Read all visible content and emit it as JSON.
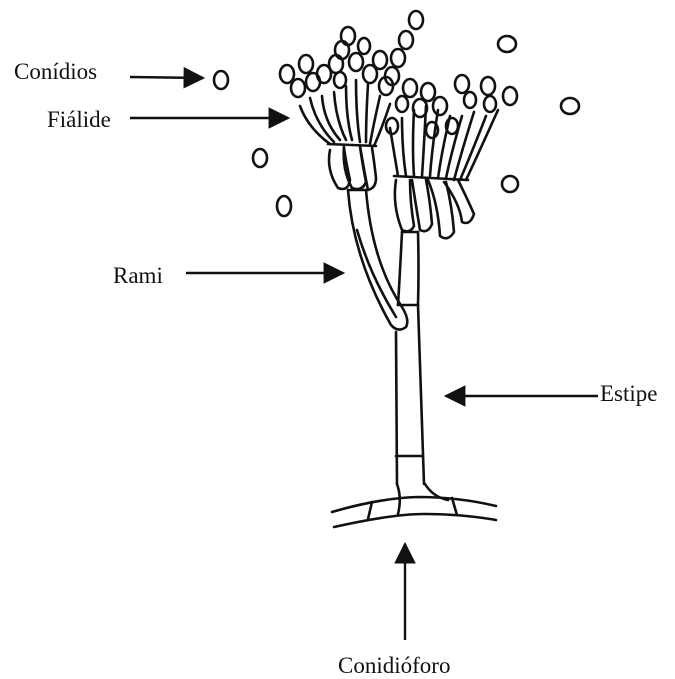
{
  "labels": {
    "conidios": "Conídios",
    "fialide": "Fiálide",
    "rami": "Rami",
    "estipe": "Estipe",
    "conidioforo": "Conidióforo"
  },
  "colors": {
    "ink": "#111111",
    "background": "#ffffff"
  }
}
